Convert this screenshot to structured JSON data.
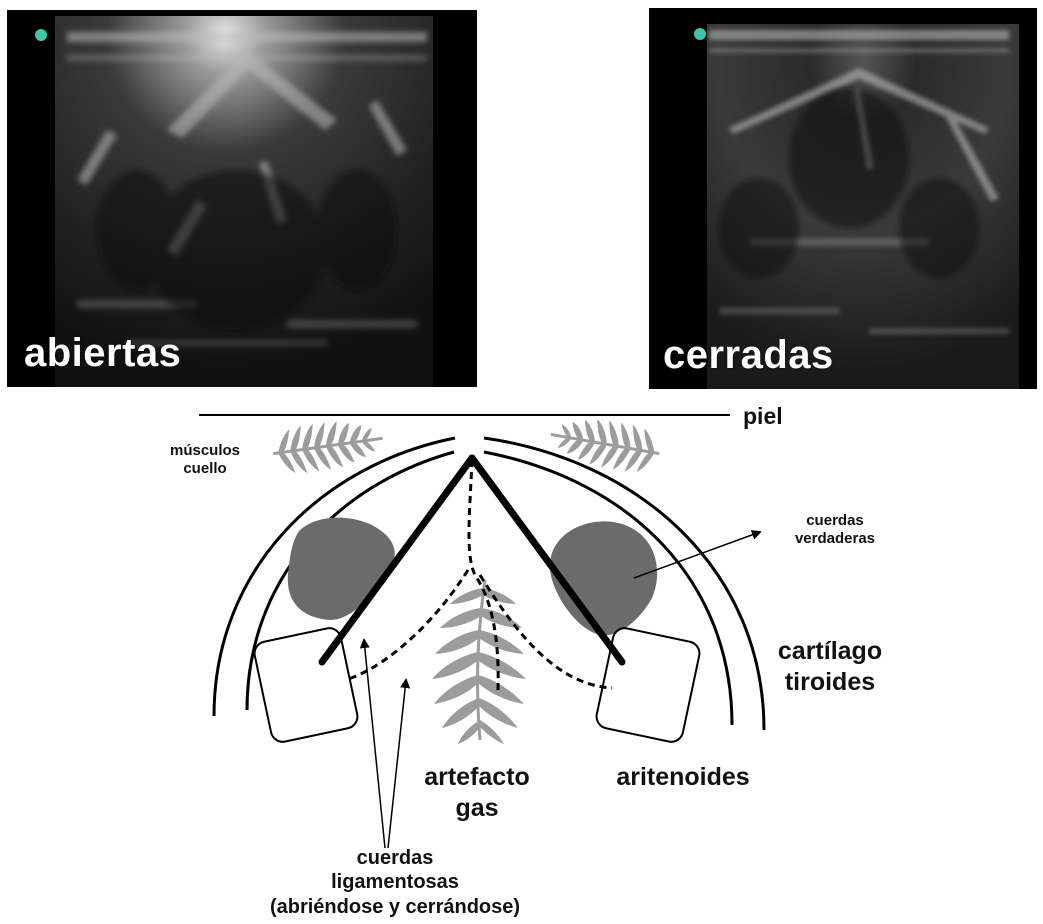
{
  "colors": {
    "probe_marker": "#3cc7a6",
    "structure_fill": "#6b6b6b",
    "fern_fill": "#9c9c9c",
    "line": "#000000"
  },
  "panels": {
    "left": {
      "label": "abiertas"
    },
    "right": {
      "label": "cerradas"
    }
  },
  "diagram": {
    "labels": {
      "piel": "piel",
      "musculos_line1": "músculos",
      "musculos_line2": "cuello",
      "cuerdas_verdaderas_line1": "cuerdas",
      "cuerdas_verdaderas_line2": "verdaderas",
      "cartilago_line1": "cartílago",
      "cartilago_line2": "tiroides",
      "artefacto_line1": "artefacto",
      "artefacto_line2": "gas",
      "aritenoides": "aritenoides",
      "ligamentosas_line1": "cuerdas",
      "ligamentosas_line2": "ligamentosas",
      "ligamentosas_line3": "(abriéndose y cerrándose)"
    }
  }
}
